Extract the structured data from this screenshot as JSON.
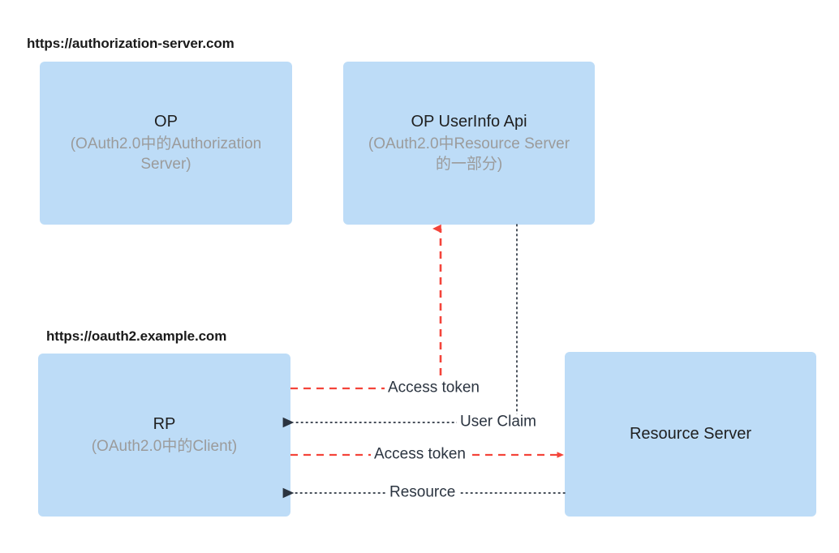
{
  "diagram": {
    "title_auth_server": "https://authorization-server.com",
    "title_rp_domain": "https://oauth2.example.com",
    "colors": {
      "node_fill": "#bddcf7",
      "token_flow": "#f4443a",
      "data_flow": "#2b3440",
      "subtitle": "#9b9b9b",
      "heading": "#1a1a1a"
    },
    "nodes": [
      {
        "id": "op",
        "title": "OP",
        "subtitle": "(OAuth2.0中的Authorization Server)"
      },
      {
        "id": "op-userinfo-api",
        "title": "OP UserInfo Api",
        "subtitle": "(OAuth2.0中Resource Server的一部分)"
      },
      {
        "id": "rp",
        "title": "RP",
        "subtitle": "(OAuth2.0中的Client)"
      },
      {
        "id": "resource-server",
        "title": "Resource Server",
        "subtitle": ""
      }
    ],
    "edges": [
      {
        "id": "rp-to-userinfo",
        "label": "Access token",
        "style": "dashed",
        "color": "#f4443a",
        "direction": "up"
      },
      {
        "id": "userinfo-to-rp",
        "label": "User Claim",
        "style": "dotted",
        "color": "#2b3440",
        "direction": "left"
      },
      {
        "id": "rp-to-resource",
        "label": "Access token",
        "style": "dashed",
        "color": "#f4443a",
        "direction": "right"
      },
      {
        "id": "resource-to-rp",
        "label": "Resource",
        "style": "dotted",
        "color": "#2b3440",
        "direction": "left"
      }
    ]
  }
}
